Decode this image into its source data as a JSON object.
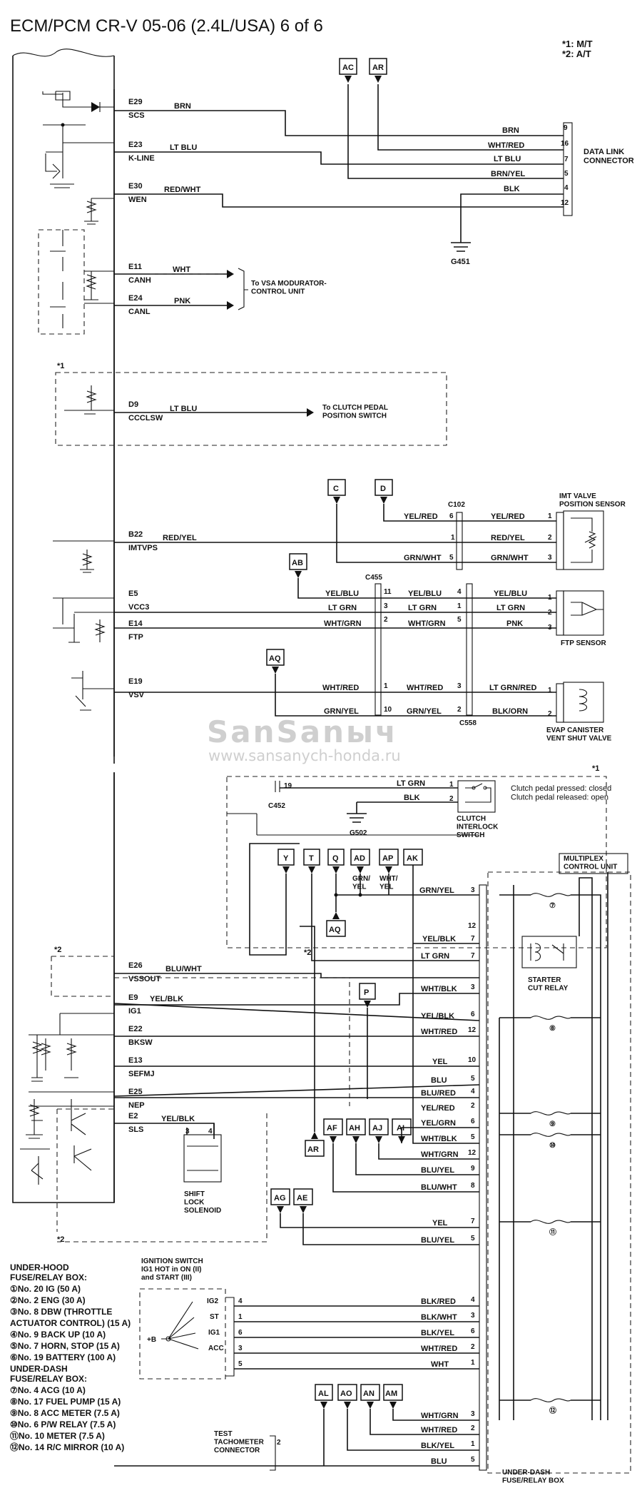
{
  "title": "ECM/PCM CR-V 05-06 (2.4L/USA) 6 of 6",
  "notes": [
    "*1: M/T",
    "*2: A/T"
  ],
  "watermark": {
    "brand": "SanSanыч",
    "url": "www.sansanych-honda.ru"
  },
  "ecm_pins": [
    {
      "pin": "E29",
      "name": "SCS"
    },
    {
      "pin": "E23",
      "name": "K-LINE"
    },
    {
      "pin": "E30",
      "name": "WEN"
    },
    {
      "pin": "E11",
      "name": "CANH"
    },
    {
      "pin": "E24",
      "name": "CANL"
    },
    {
      "pin": "D9",
      "name": "CCCLSW"
    },
    {
      "pin": "B22",
      "name": "IMTVPS"
    },
    {
      "pin": "E5",
      "name": "VCC3"
    },
    {
      "pin": "E14",
      "name": "FTP"
    },
    {
      "pin": "E19",
      "name": "VSV"
    },
    {
      "pin": "E26",
      "name": "VSSOUT"
    },
    {
      "pin": "E9",
      "name": "IG1"
    },
    {
      "pin": "E22",
      "name": "BKSW"
    },
    {
      "pin": "E13",
      "name": "SEFMJ"
    },
    {
      "pin": "E25",
      "name": "NEP"
    },
    {
      "pin": "E2",
      "name": "SLS"
    }
  ],
  "wire_colors": {
    "brn": "BRN",
    "lt_blu": "LT BLU",
    "red_wht": "RED/WHT",
    "wht": "WHT",
    "pnk": "PNK",
    "red_yel": "RED/YEL",
    "yel_blu": "YEL/BLU",
    "lt_grn": "LT GRN",
    "wht_grn": "WHT/GRN",
    "wht_red": "WHT/RED",
    "grn_yel": "GRN/YEL",
    "blu_wht": "BLU/WHT",
    "yel_blk": "YEL/BLK",
    "brn_yel": "BRN/YEL",
    "blk": "BLK",
    "yel_red": "YEL/RED",
    "grn_wht": "GRN/WHT",
    "lt_grn_red": "LT GRN/RED",
    "blk_orn": "BLK/ORN",
    "wht_blk": "WHT/BLK",
    "yel": "YEL",
    "blu": "BLU",
    "blu_red": "BLU/RED",
    "yel_grn": "YEL/GRN",
    "blu_yel": "BLU/YEL",
    "blk_red": "BLK/RED",
    "blk_wht": "BLK/WHT",
    "blk_yel": "BLK/YEL",
    "grn_yel2": "GRN/\nYEL",
    "wht_yel2": "WHT/\nYEL"
  },
  "labels": {
    "data_link": "DATA LINK\nCONNECTOR",
    "g451": "G451",
    "vsa": "To VSA MODURATOR-\nCONTROL UNIT",
    "clutch_pos": "To CLUTCH PEDAL\nPOSITION SWITCH",
    "c102": "C102",
    "imt": "IMT VALVE\nPOSITION SENSOR",
    "c455": "C455",
    "ftp_sensor": "FTP SENSOR",
    "c558": "C558",
    "evap": "EVAP CANISTER\nVENT SHUT VALVE",
    "c452": "C452",
    "g502": "G502",
    "clutch_interlock": "CLUTCH\nINTERLOCK\nSWITCH",
    "clutch_notes": "Clutch pedal pressed: closed\nClutch pedal released: open",
    "multiplex": "MULTIPLEX\nCONTROL UNIT",
    "starter_relay": "STARTER\nCUT RELAY",
    "shift_lock": "SHIFT\nLOCK\nSOLENOID",
    "ignition": "IGNITION SWITCH\nIG1 HOT in ON (II)\nand START (III)",
    "test_tach": "TEST\nTACHOMETER\nCONNECTOR",
    "under_dash": "UNDER-DASH\nFUSE/RELAY BOX",
    "star1": "*1",
    "star2": "*2",
    "b_plus": "+B"
  },
  "boxes": [
    "AC",
    "AR",
    "C",
    "D",
    "AB",
    "AQ",
    "Y",
    "T",
    "Q",
    "AD",
    "AP",
    "AK",
    "AQ",
    "P",
    "AR",
    "AF",
    "AH",
    "AJ",
    "AI",
    "AG",
    "AE",
    "AL",
    "AO",
    "AN",
    "AM"
  ],
  "ign_positions": [
    "IG2",
    "ST",
    "IG1",
    "ACC"
  ],
  "fuse_legend": {
    "under_hood_title": "UNDER-HOOD\nFUSE/RELAY BOX:",
    "under_hood": [
      "①No. 20 IG (50 A)",
      "②No. 2 ENG (30 A)",
      "③No. 8 DBW (THROTTLE",
      "   ACTUATOR CONTROL) (15 A)",
      "④No. 9 BACK UP (10 A)",
      "⑤No. 7 HORN, STOP (15 A)",
      "⑥No. 19 BATTERY (100 A)"
    ],
    "under_dash_title": "UNDER-DASH\nFUSE/RELAY BOX:",
    "under_dash": [
      "⑦No. 4 ACG (10 A)",
      "⑧No. 17 FUEL PUMP (15 A)",
      "⑨No. 8 ACC METER (7.5 A)",
      "⑩No. 6 P/W RELAY (7.5 A)",
      "⑪No. 10 METER (7.5 A)",
      "⑫No. 14 R/C MIRROR (10 A)"
    ]
  }
}
